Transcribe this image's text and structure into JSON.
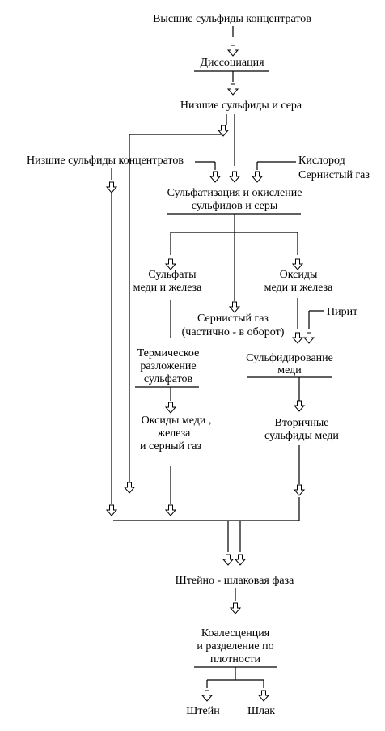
{
  "nodes": {
    "higher_sulfides": "Высшие сульфиды концентратов",
    "dissociation": "Диссоциация",
    "lower_sulfides_sulfur": "Низшие сульфиды и сера",
    "lower_sulfides_conc": "Низшие сульфиды  концентратов",
    "oxygen": "Кислород",
    "sulfur_gas_in": "Сернистый газ",
    "sulfatization_1": "Сульфатизация и окисление",
    "sulfatization_2": "сульфидов и серы",
    "sulfates_1": "Сульфаты",
    "sulfates_2": "меди и железа",
    "oxides_1": "Оксиды",
    "oxides_2": "меди и железа",
    "pyrite": "Пирит",
    "sulfur_gas_partial_1": "Сернистый газ",
    "sulfur_gas_partial_2": "(частично - в оборот)",
    "thermal_1": "Термическое",
    "thermal_2": "разложение",
    "thermal_3": "сульфатов",
    "sulfidizing_1": "Сульфидирование",
    "sulfidizing_2": "меди",
    "oxides_fe_1": "Оксиды меди ,",
    "oxides_fe_2": "железа",
    "oxides_fe_3": "и серный  газ",
    "secondary_1": "Вторичные",
    "secondary_2": "сульфиды меди",
    "matte_slag_phase": "Штейно - шлаковая фаза",
    "coalescence_1": "Коалесценция",
    "coalescence_2": "и разделение по",
    "coalescence_3": "плотности",
    "matte": "Штейн",
    "slag": "Шлак"
  }
}
